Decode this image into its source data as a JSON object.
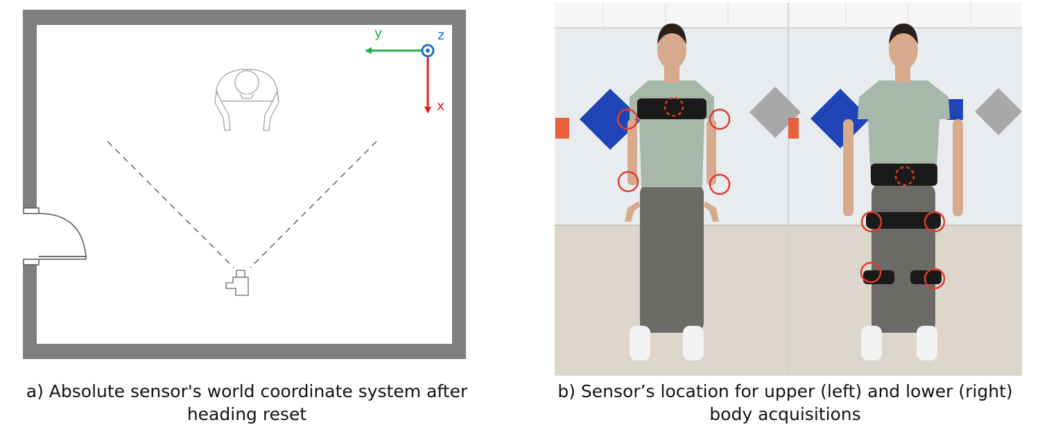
{
  "panel_a": {
    "axes": [
      {
        "name": "y",
        "color": "#22b04b"
      },
      {
        "name": "z",
        "color": "#1f6fc1"
      },
      {
        "name": "x",
        "color": "#e02020"
      }
    ],
    "caption_line1": "a) Absolute sensor's world coordinate system after",
    "caption_line2": "heading reset"
  },
  "panel_b": {
    "caption_line1": "b) Sensor’s location for upper (left) and lower (right)",
    "caption_line2": "body acquisitions",
    "marker_color": "#e03a2a"
  }
}
